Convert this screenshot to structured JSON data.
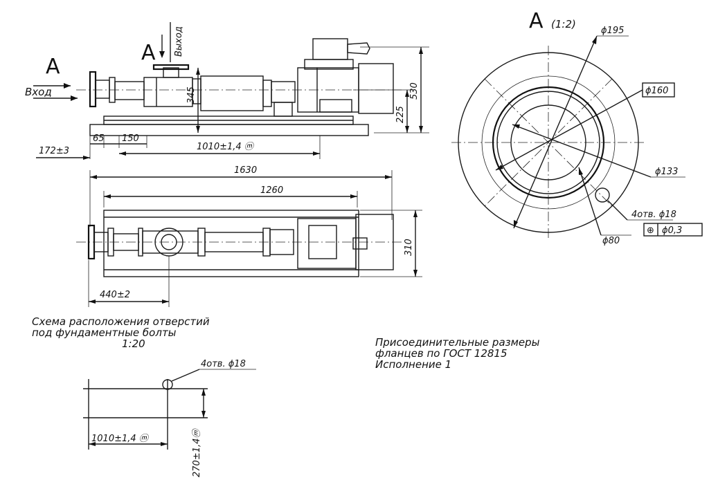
{
  "view_labels": {
    "section_a_left": "A",
    "section_a_top": "A",
    "section_a_right": "A",
    "scale_a": "(1:2)"
  },
  "flow": {
    "inlet": "Вход",
    "outlet": "Выход"
  },
  "side_view_dims": {
    "d345": "345",
    "d530": "530",
    "d225": "225",
    "d65": "65",
    "d150": "150",
    "d172": "172±3",
    "d1010": "1010±1,4 ⓜ"
  },
  "plan_view_dims": {
    "d1630": "1630",
    "d1260": "1260",
    "d310": "310",
    "d440": "440±2"
  },
  "flange_dims": {
    "d195": "ϕ195",
    "d160": "ϕ160",
    "d133": "ϕ133",
    "holes": "4отв. ϕ18",
    "d80": "ϕ80",
    "tolerance_symbol": "⊕",
    "tolerance": "ϕ0,3"
  },
  "bolt_scheme": {
    "title_line1": "Схема расположения отверстий",
    "title_line2": "под фундаментные болты",
    "scale": "1:20",
    "holes": "4отв. ϕ18",
    "d1010": "1010±1,4 ⓜ",
    "d270": "270±1,4ⓜ"
  },
  "flange_note": {
    "line1": "Присоединительные размеры",
    "line2": "фланцев   по ГОСТ 12815",
    "line3": "Исполнение 1"
  }
}
